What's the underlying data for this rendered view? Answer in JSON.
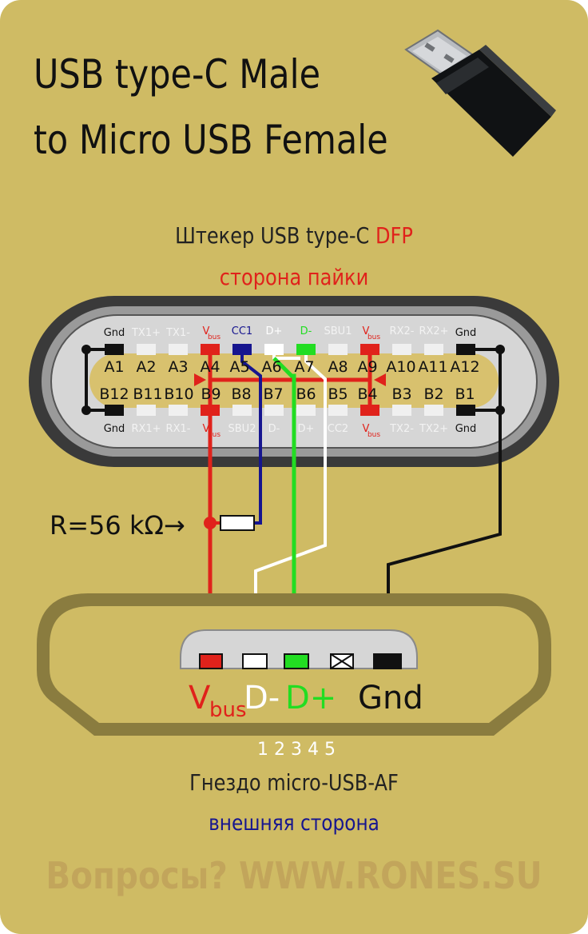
{
  "title": {
    "line1": "USB type-C Male",
    "line2": "to Micro USB Female"
  },
  "typec": {
    "caption_prefix": "Штекер USB type-C ",
    "caption_highlight": "DFP",
    "side": "сторона пайки",
    "top_signals": [
      "Gnd",
      "TX1+",
      "TX1-",
      "V",
      "CC1",
      "D+",
      "D-",
      "SBU1",
      "V",
      "RX2-",
      "RX2+",
      "Gnd"
    ],
    "a_pins": [
      "A1",
      "A2",
      "A3",
      "A4",
      "A5",
      "A6",
      "A7",
      "A8",
      "A9",
      "A10",
      "A11",
      "A12"
    ],
    "b_pins": [
      "B12",
      "B11",
      "B10",
      "B9",
      "B8",
      "B7",
      "B6",
      "B5",
      "B4",
      "B3",
      "B2",
      "B1"
    ],
    "bottom_signals": [
      "Gnd",
      "RX1+",
      "RX1-",
      "V",
      "SBU2",
      "D-",
      "D+",
      "CC2",
      "V",
      "TX2-",
      "TX2+",
      "Gnd"
    ],
    "vbus_sub": "bus"
  },
  "resistor": {
    "label": "R=56 kΩ→"
  },
  "micro": {
    "caption": "Гнездо micro-USB-AF",
    "side": "внешняя сторона",
    "pins": [
      {
        "main": "V",
        "sub": "bus",
        "color": "#e0221b"
      },
      {
        "main": "D-",
        "sub": "",
        "color": "#ffffff"
      },
      {
        "main": "D+",
        "sub": "",
        "color": "#22dd22"
      },
      {
        "main": "",
        "sub": "",
        "color": "#ffffff"
      },
      {
        "main": "Gnd",
        "sub": "",
        "color": "#111111"
      }
    ],
    "numbers": "1 2 3 4 5"
  },
  "footer": "Вопросы? WWW.RONES.SU",
  "colors": {
    "background": "#cfbb64",
    "vbus": "#e0221b",
    "cc": "#16158f",
    "dplus": "#22dd22",
    "dminus": "#ffffff",
    "gnd": "#111111"
  }
}
